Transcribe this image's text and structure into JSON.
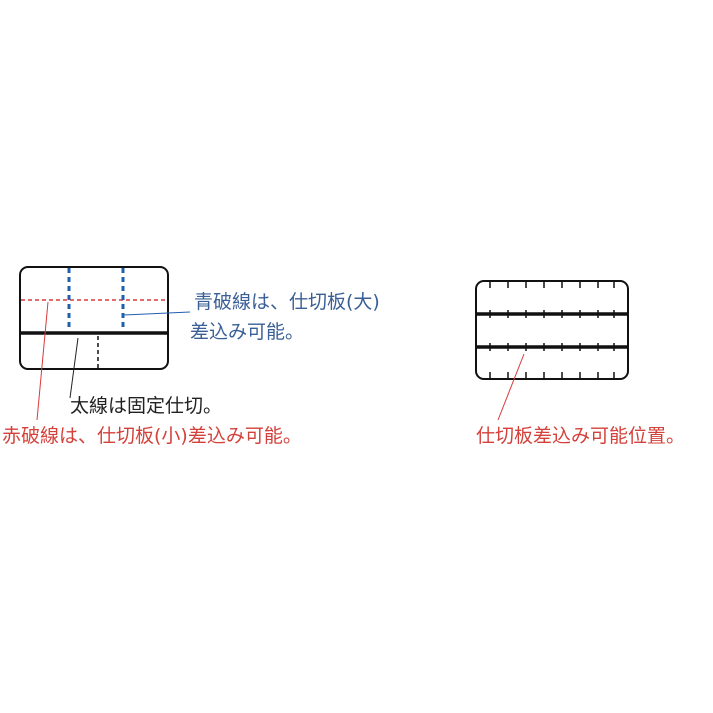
{
  "colors": {
    "blue": "#1f5fb0",
    "red": "#d83a3a",
    "black": "#111111",
    "blue_text": "#3a5f96",
    "red_text": "#d4403a",
    "black_text": "#222222"
  },
  "left_diagram": {
    "blue_label_line1": "青破線は、仕切板(大)",
    "blue_label_line2": "差込み可能。",
    "thick_label": "太線は固定仕切。",
    "red_label": "赤破線は、仕切板(小)差込み可能。"
  },
  "right_diagram": {
    "slot_label": "仕切板差込み可能位置。"
  }
}
